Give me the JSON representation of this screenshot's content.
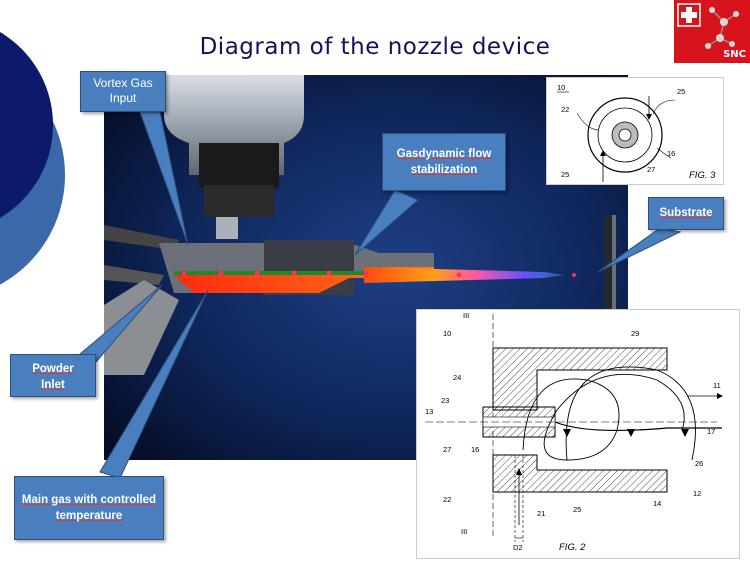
{
  "slide": {
    "title": "Diagram of the nozzle device"
  },
  "logo": {
    "text": "SNC"
  },
  "callouts": {
    "vortex_gas": "Vortex Gas Input",
    "gasdynamic": "Gasdynamic flow stabilization",
    "substrate": "Substrate",
    "powder": "Powder Inlet",
    "main_gas": "Main gas with controlled temperature"
  },
  "fig3": {
    "caption": "FIG. 3",
    "labels": [
      "10",
      "25",
      "22",
      "16",
      "27",
      "25"
    ]
  },
  "fig2": {
    "caption": "FIG. 2",
    "labels": [
      "III",
      "10",
      "29",
      "24",
      "23",
      "13",
      "27",
      "16",
      "11",
      "17",
      "26",
      "12",
      "14",
      "25",
      "21",
      "22",
      "D2",
      "III"
    ]
  },
  "colors": {
    "title": "#12125a",
    "callout_fill": "#4a7fbf",
    "photo_bg": "#0b1f4a",
    "logo_red": "#d7141b",
    "circle_dark": "#0b1a6b",
    "circle_mid": "#3a68a8"
  }
}
